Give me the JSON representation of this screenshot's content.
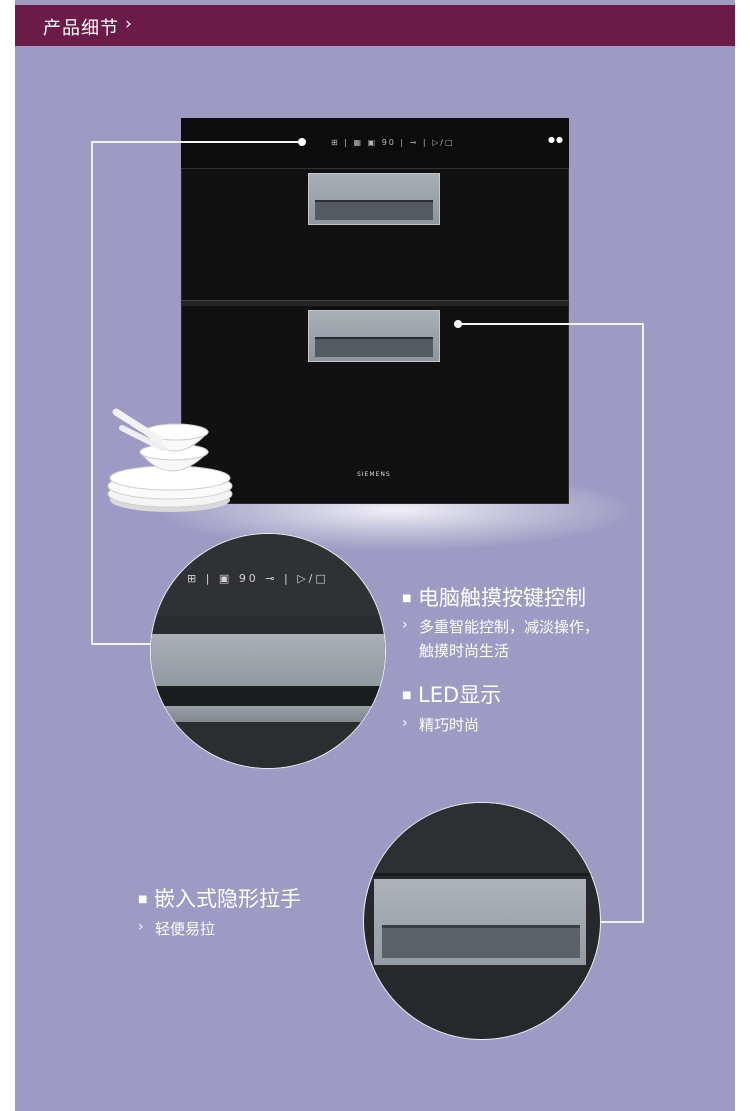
{
  "header": {
    "title": "产品细节",
    "chevron": "›"
  },
  "product": {
    "brand": "SIEMENS",
    "control_readout": "90",
    "status_dots": "●●"
  },
  "features": [
    {
      "title": "电脑触摸按键控制",
      "desc_lines": [
        "多重智能控制，减淡操作，",
        "触摸时尚生活"
      ]
    },
    {
      "title": "LED显示",
      "desc_lines": [
        "精巧时尚"
      ]
    },
    {
      "title": "嵌入式隐形拉手",
      "desc_lines": [
        "轻便易拉"
      ]
    }
  ],
  "colors": {
    "header": "#6b1b47",
    "panel": "#9d9bc3"
  }
}
